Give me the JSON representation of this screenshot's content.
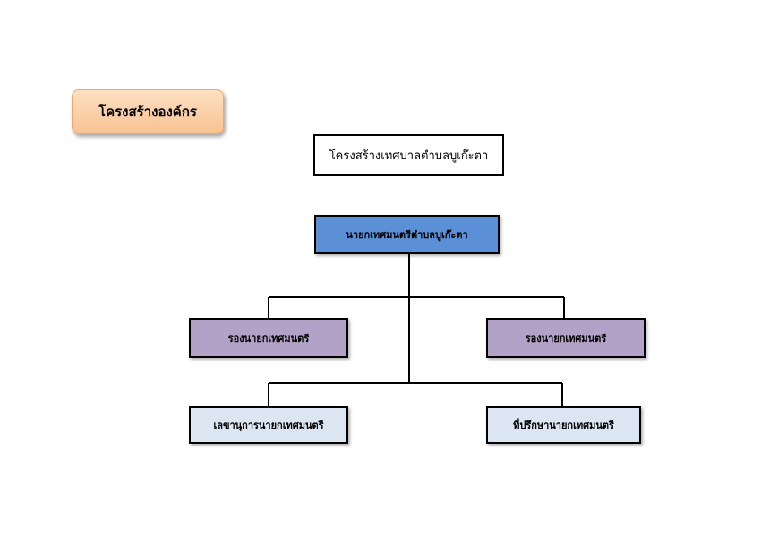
{
  "header_badge": "โครงสร้างองค์กร",
  "org_chart": {
    "title": "โครงสร้างเทศบาลตำบลบูเก๊ะตา",
    "mayor": "นายกเทศมนตรีตำบลบูเก๊ะตา",
    "deputy_left": "รองนายกเทศมนตรี",
    "deputy_right": "รองนายกเทศมนตรี",
    "secretary": "เลขานุการนายกเทศมนตรี",
    "advisor": "ที่ปรึกษานายกเทศมนตรี"
  },
  "colors": {
    "badge_fill": "#f8c291",
    "mayor_fill": "#5b8fd6",
    "deputy_fill": "#b3a2c7",
    "staff_fill": "#dce6f2"
  }
}
